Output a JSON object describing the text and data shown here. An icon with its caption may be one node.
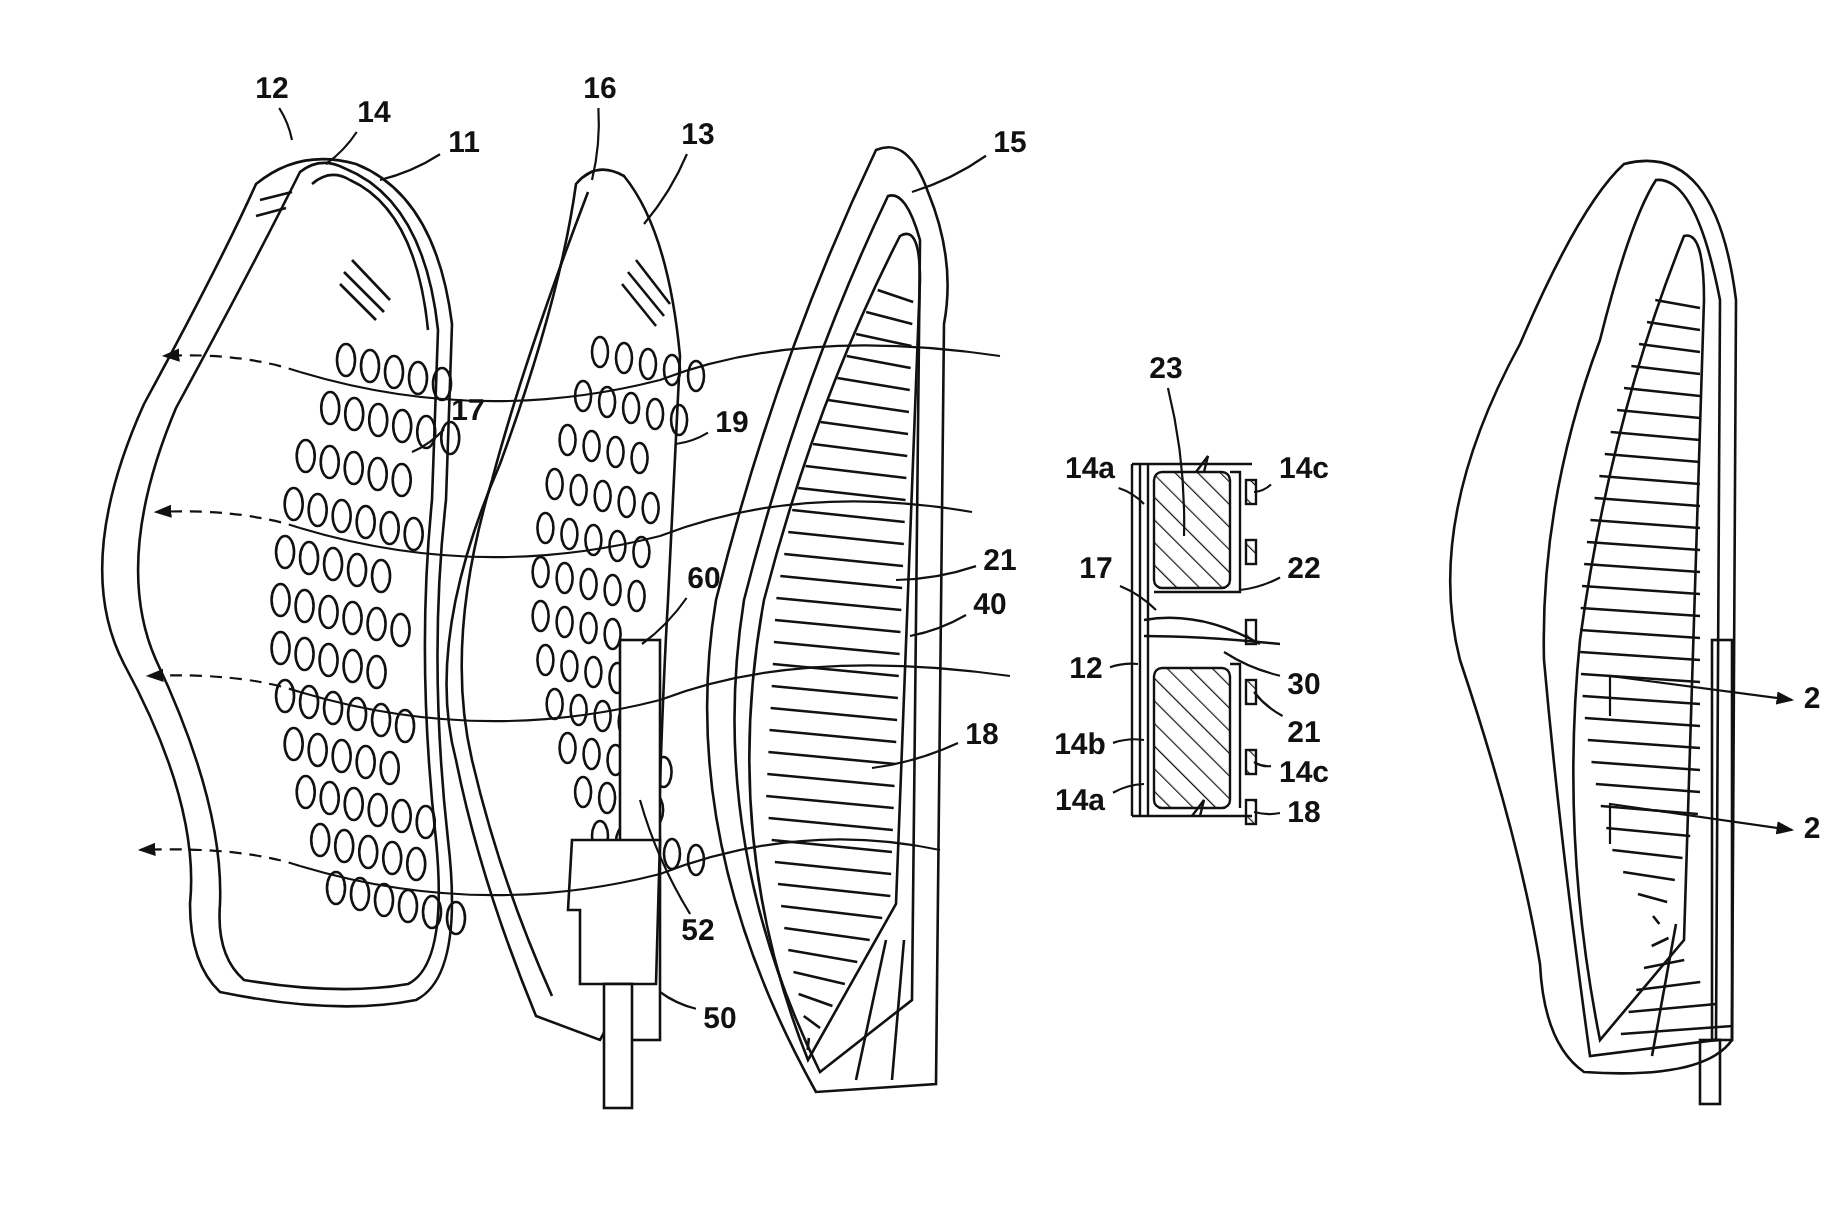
{
  "diagram": {
    "nodes": [
      {
        "text": [
          "12"
        ]
      },
      {
        "text": [
          "14"
        ]
      },
      {
        "text": [
          "11"
        ]
      },
      {
        "text": [
          "16"
        ]
      },
      {
        "text": [
          "13"
        ]
      },
      {
        "text": [
          "15"
        ]
      },
      {
        "text": [
          "17"
        ]
      },
      {
        "text": [
          "19"
        ]
      },
      {
        "text": [
          "21"
        ]
      },
      {
        "text": [
          "40"
        ]
      },
      {
        "text": [
          "60"
        ]
      },
      {
        "text": [
          "18"
        ]
      },
      {
        "text": [
          "52"
        ]
      },
      {
        "text": [
          "50"
        ]
      },
      {
        "text": [
          "23"
        ]
      },
      {
        "text": [
          "14a"
        ]
      },
      {
        "text": [
          "14c"
        ]
      },
      {
        "text": [
          "17"
        ]
      },
      {
        "text": [
          "22"
        ]
      },
      {
        "text": [
          "12"
        ]
      },
      {
        "text": [
          "30"
        ]
      },
      {
        "text": [
          "21"
        ]
      },
      {
        "text": [
          "14b"
        ]
      },
      {
        "text": [
          "14c"
        ]
      },
      {
        "text": [
          "14a"
        ]
      },
      {
        "text": [
          "18"
        ]
      },
      {
        "text": [],
        "shape": "picture"
      },
      {
        "text": [],
        "shape": "picture"
      },
      {
        "text": [],
        "shape": "picture"
      },
      {
        "text": [],
        "shape": "picture"
      },
      {
        "text": [],
        "shape": "picture"
      },
      {
        "text": [],
        "shape": "picture"
      }
    ],
    "edges": [
      {
        "from": 0,
        "to": 26,
        "arrow": "none"
      },
      {
        "from": 1,
        "to": 26,
        "arrow": "none"
      },
      {
        "from": 2,
        "to": 26,
        "arrow": "none"
      },
      {
        "from": 3,
        "to": 27,
        "arrow": "none"
      },
      {
        "from": 4,
        "to": 27,
        "arrow": "none"
      },
      {
        "from": 5,
        "to": 29,
        "arrow": "none"
      },
      {
        "from": 6,
        "to": 26,
        "arrow": "none"
      },
      {
        "from": 7,
        "to": 27,
        "arrow": "none"
      },
      {
        "from": 8,
        "to": 29,
        "arrow": "none"
      },
      {
        "from": 9,
        "to": 29,
        "arrow": "none"
      },
      {
        "from": 10,
        "to": 28,
        "arrow": "none"
      },
      {
        "from": 11,
        "to": 29,
        "arrow": "none"
      },
      {
        "from": 12,
        "to": 28,
        "arrow": "none"
      },
      {
        "from": 13,
        "to": 28,
        "arrow": "none"
      },
      {
        "from": 14,
        "to": 30,
        "arrow": "none"
      },
      {
        "from": 15,
        "to": 30,
        "arrow": "none"
      },
      {
        "from": 16,
        "to": 30,
        "arrow": "none"
      },
      {
        "from": 17,
        "to": 30,
        "arrow": "none"
      },
      {
        "from": 18,
        "to": 30,
        "arrow": "none"
      },
      {
        "from": 19,
        "to": 30,
        "arrow": "none"
      },
      {
        "from": 20,
        "to": 30,
        "arrow": "none"
      },
      {
        "from": 21,
        "to": 30,
        "arrow": "none"
      },
      {
        "from": 22,
        "to": 30,
        "arrow": "none"
      },
      {
        "from": 23,
        "to": 30,
        "arrow": "none"
      },
      {
        "from": 24,
        "to": 30,
        "arrow": "none"
      },
      {
        "from": 25,
        "to": 30,
        "arrow": "none"
      }
    ],
    "labels": [
      "2",
      "2"
    ]
  }
}
